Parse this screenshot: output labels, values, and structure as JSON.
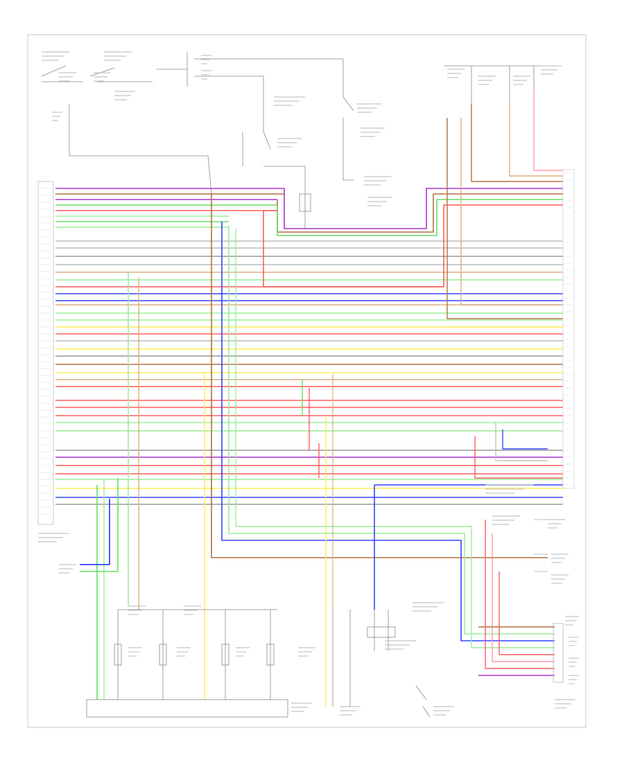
{
  "diagram": {
    "footer_code": "",
    "wire_colors": {
      "black": "#222222",
      "white": "#bbbbbb",
      "gray": "#999999",
      "red": "#ff5c5c",
      "green": "#66dd66",
      "lightgreen": "#99ee99",
      "blue": "#3344ff",
      "lightblue": "#66aaff",
      "yellow": "#ffee55",
      "brown": "#b07040",
      "tan": "#d8b080",
      "violet": "#aa33cc",
      "pink": "#ff99aa",
      "orange": "#ffaa44"
    },
    "components": [
      {
        "id": "ignition-switch",
        "label": ""
      },
      {
        "id": "ecm",
        "label": ""
      },
      {
        "id": "injector-1",
        "label": ""
      },
      {
        "id": "injector-2",
        "label": ""
      },
      {
        "id": "injector-3",
        "label": ""
      },
      {
        "id": "injector-4",
        "label": ""
      },
      {
        "id": "cruise-module",
        "label": ""
      },
      {
        "id": "data-link-connector",
        "label": ""
      },
      {
        "id": "idle-air-control",
        "label": ""
      },
      {
        "id": "vehicle-speed-sensor",
        "label": ""
      }
    ]
  }
}
